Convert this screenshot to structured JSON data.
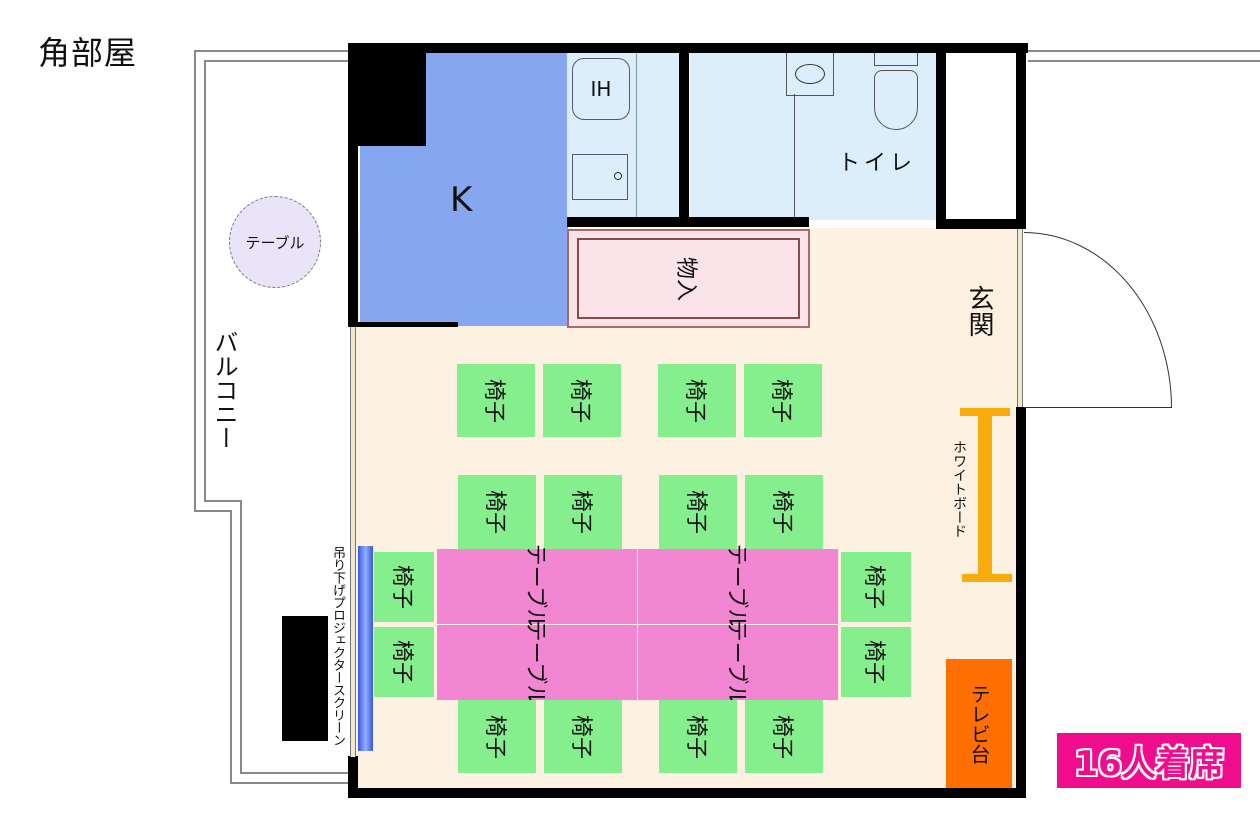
{
  "title": "角部屋",
  "rooms": {
    "kitchen": "K",
    "ih": "IH",
    "toilet": "トイレ",
    "storage": "物入",
    "entrance": "玄関",
    "balcony": "バルコニー"
  },
  "fixtures": {
    "balcony_table": "テーブル",
    "whiteboard": "ホワイトボード",
    "tv_stand": "テレビ台",
    "projector_screen": "吊り下げプロジェクタースクリーン"
  },
  "furniture": {
    "chair_label": "椅子",
    "table_label": "テーブル",
    "chair_count": 16,
    "table_count": 4
  },
  "badge": "16人着席",
  "colors": {
    "floor": "#fdf1e1",
    "kitchen": "#86a6ef",
    "wet_area": "#dbeef9",
    "chair": "#86ef8d",
    "table": "#f386d2",
    "tv_stand": "#ff6f00",
    "whiteboard": "#f8ab0c",
    "badge": "#f00c8c"
  }
}
